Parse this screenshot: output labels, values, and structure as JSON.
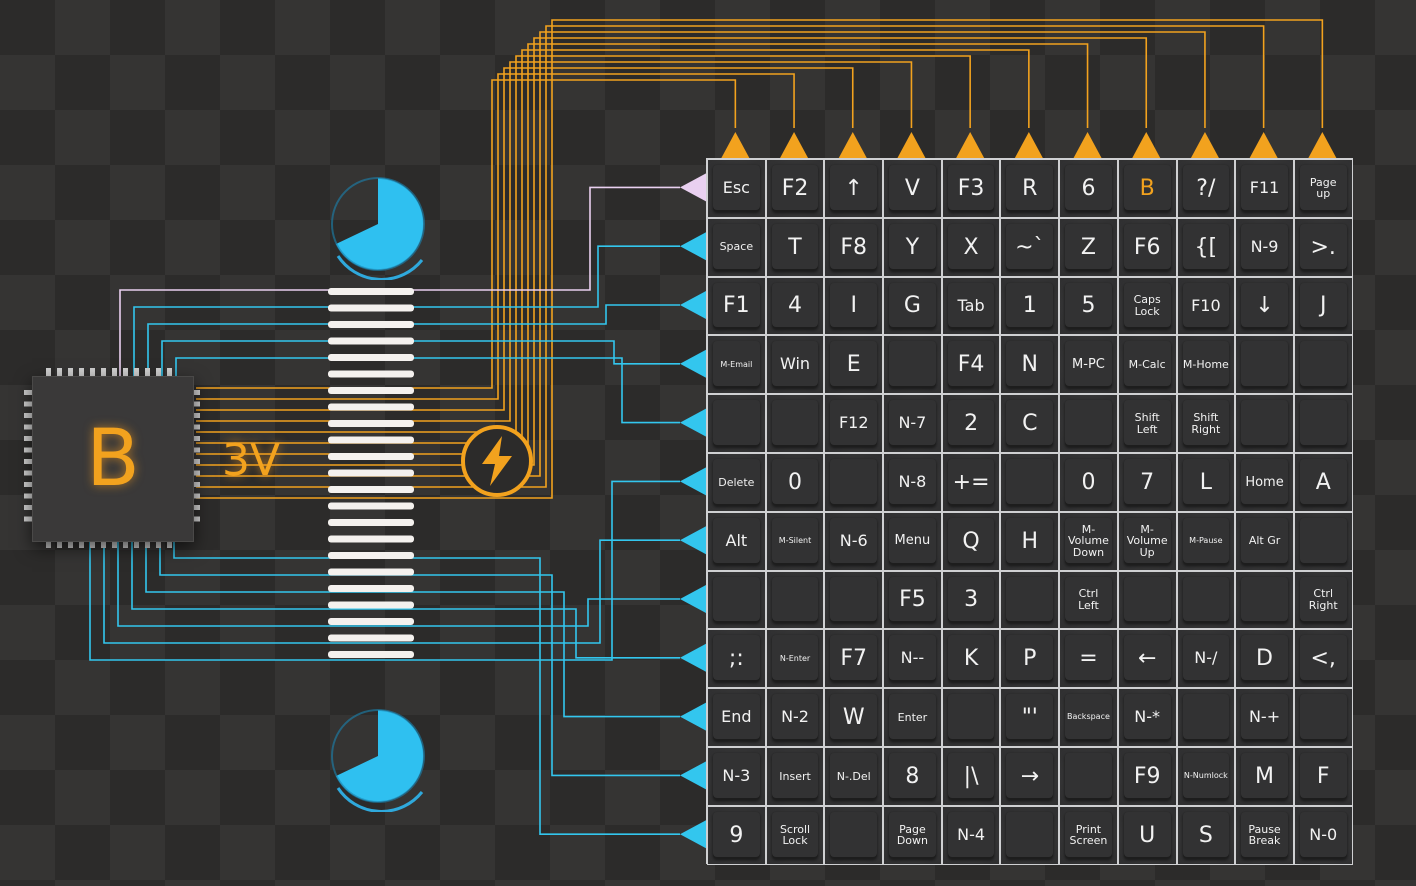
{
  "chip": {
    "label": "B"
  },
  "voltage": {
    "label": "3V"
  },
  "matrix": {
    "active_row": 0,
    "active_key": "B",
    "colors": {
      "trace_orange": "#f2a21e",
      "trace_cyan": "#33c6ee",
      "trace_pink": "#e9d0f0",
      "grid_line": "#cfd0d2"
    },
    "rows": [
      [
        "Esc",
        "F2",
        "↑",
        "V",
        "F3",
        "R",
        "6",
        "B",
        "?/",
        "F11",
        "Page\nup"
      ],
      [
        "Space",
        "T",
        "F8",
        "Y",
        "X",
        "~`",
        "Z",
        "F6",
        "{[",
        "N-9",
        ">."
      ],
      [
        "F1",
        "4",
        "I",
        "G",
        "Tab",
        "1",
        "5",
        "Caps\nLock",
        "F10",
        "↓",
        "J"
      ],
      [
        "M-Email",
        "Win",
        "E",
        "",
        "F4",
        "N",
        "M-PC",
        "M-Calc",
        "M-Home",
        "",
        ""
      ],
      [
        "",
        "",
        "F12",
        "N-7",
        "2",
        "C",
        "",
        "Shift\nLeft",
        "Shift\nRight",
        "",
        ""
      ],
      [
        "Delete",
        "0",
        "",
        "N-8",
        "+=",
        "",
        "0",
        "7",
        "L",
        "Home",
        "A"
      ],
      [
        "Alt",
        "M-Silent",
        "N-6",
        "Menu",
        "Q",
        "H",
        "M-Volume\nDown",
        "M-Volume\nUp",
        "M-Pause",
        "Alt Gr",
        ""
      ],
      [
        "",
        "",
        "",
        "F5",
        "3",
        "",
        "Ctrl\nLeft",
        "",
        "",
        "",
        "Ctrl\nRight"
      ],
      [
        ";:",
        "N-Enter",
        "F7",
        "N--",
        "K",
        "P",
        "=",
        "←",
        "N-/",
        "D",
        "<,"
      ],
      [
        "End",
        "N-2",
        "W",
        "Enter",
        "",
        "\"'",
        "Backspace",
        "N-*",
        "",
        "N-+",
        ""
      ],
      [
        "N-3",
        "Insert",
        "N-.Del",
        "8",
        "|\\",
        "→",
        "",
        "F9",
        "N-Numlock",
        "M",
        "F"
      ],
      [
        "9",
        "Scroll\nLock",
        "",
        "Page\nDown",
        "N-4",
        "",
        "Print\nScreen",
        "U",
        "S",
        "Pause\nBreak",
        "N-0"
      ]
    ]
  },
  "icons": {
    "bolt": "lightning-bolt-icon",
    "dial": "dial-icon"
  }
}
